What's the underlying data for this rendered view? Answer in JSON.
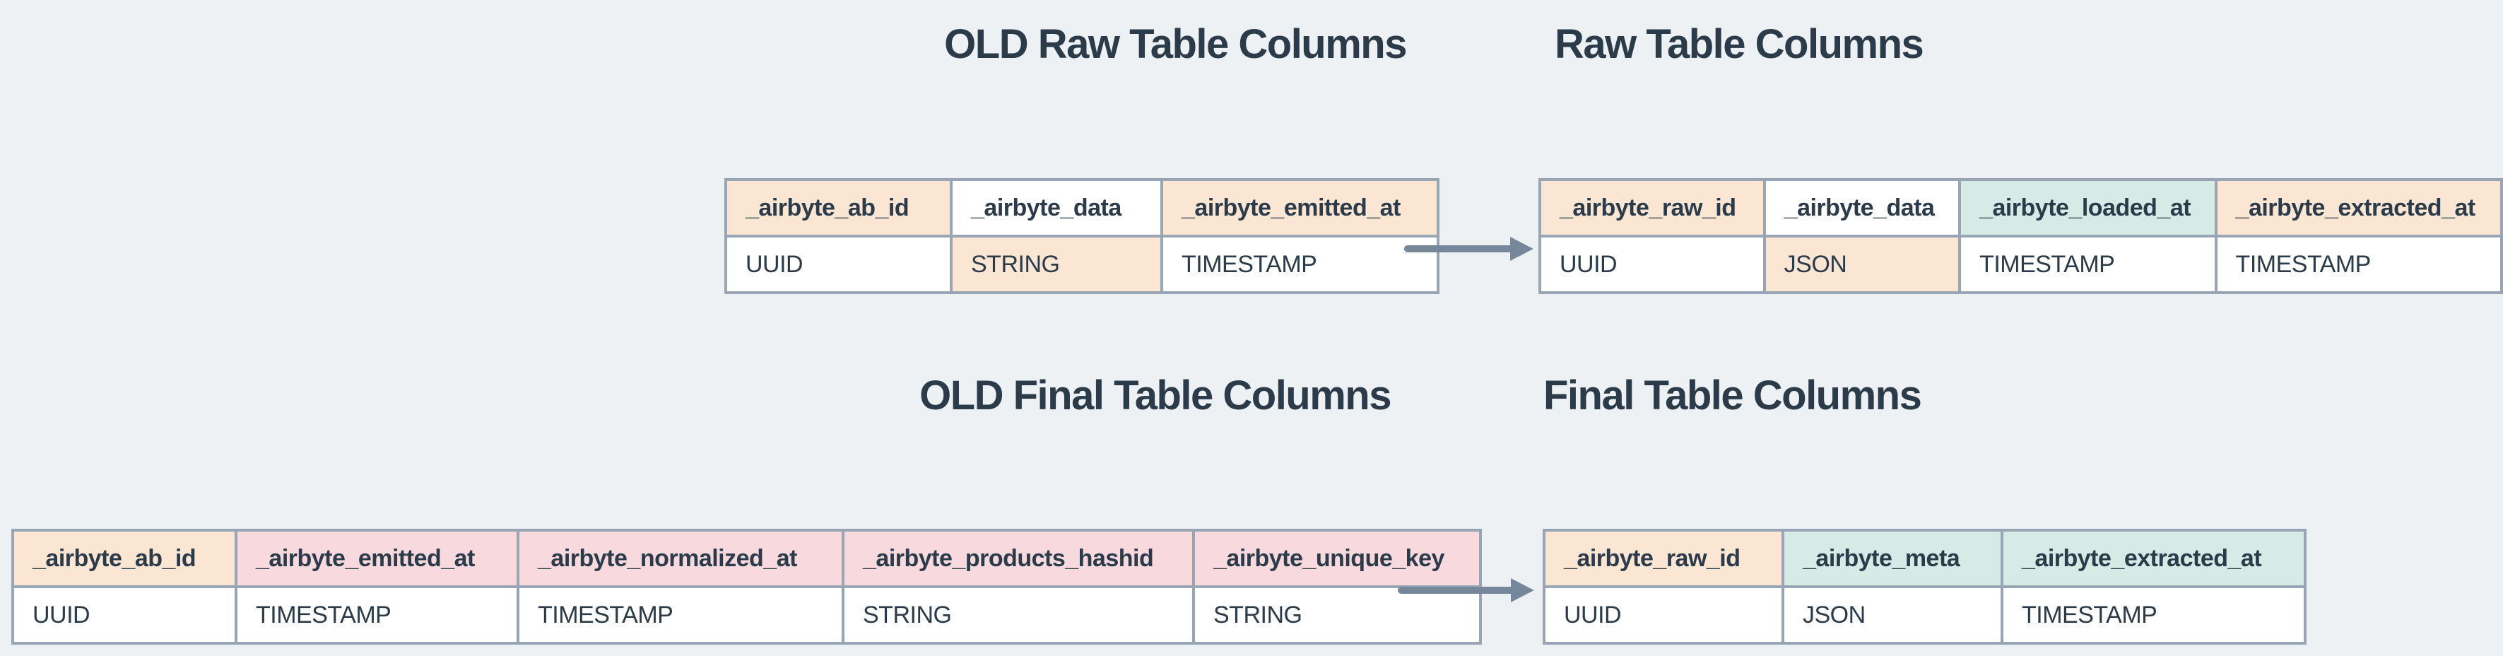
{
  "colors": {
    "background": "#EDF1F4",
    "border": "#97A5B4",
    "text": "#2C3B4A",
    "arrow": "#76869B",
    "peach_changed": "#FBE5D3",
    "teal_new": "#D6EAE6",
    "pink_removed": "#F8D9DD",
    "white_unchanged": "#FFFFFF"
  },
  "tables": {
    "old_raw": {
      "title": "OLD Raw Table Columns",
      "columns": [
        {
          "name": "_airbyte_ab_id",
          "type": "UUID",
          "name_bg": "#FBE5D3",
          "type_bg": "#FFFFFF"
        },
        {
          "name": "_airbyte_data",
          "type": "STRING",
          "name_bg": "#FFFFFF",
          "type_bg": "#FBE5D3"
        },
        {
          "name": "_airbyte_emitted_at",
          "type": "TIMESTAMP",
          "name_bg": "#FBE5D3",
          "type_bg": "#FFFFFF"
        }
      ]
    },
    "raw": {
      "title": "Raw Table Columns",
      "columns": [
        {
          "name": "_airbyte_raw_id",
          "type": "UUID",
          "name_bg": "#FBE5D3",
          "type_bg": "#FFFFFF"
        },
        {
          "name": "_airbyte_data",
          "type": "JSON",
          "name_bg": "#FFFFFF",
          "type_bg": "#FBE5D3"
        },
        {
          "name": "_airbyte_loaded_at",
          "type": "TIMESTAMP",
          "name_bg": "#D6EAE6",
          "type_bg": "#FFFFFF"
        },
        {
          "name": "_airbyte_extracted_at",
          "type": "TIMESTAMP",
          "name_bg": "#FBE5D3",
          "type_bg": "#FFFFFF"
        }
      ]
    },
    "old_final": {
      "title": "OLD Final Table Columns",
      "columns": [
        {
          "name": "_airbyte_ab_id",
          "type": "UUID",
          "name_bg": "#FBE5D3",
          "type_bg": "#FFFFFF"
        },
        {
          "name": "_airbyte_emitted_at",
          "type": "TIMESTAMP",
          "name_bg": "#F8D9DD",
          "type_bg": "#FFFFFF"
        },
        {
          "name": "_airbyte_normalized_at",
          "type": "TIMESTAMP",
          "name_bg": "#F8D9DD",
          "type_bg": "#FFFFFF"
        },
        {
          "name": "_airbyte_products_hashid",
          "type": "STRING",
          "name_bg": "#F8D9DD",
          "type_bg": "#FFFFFF"
        },
        {
          "name": "_airbyte_unique_key",
          "type": "STRING",
          "name_bg": "#F8D9DD",
          "type_bg": "#FFFFFF"
        }
      ]
    },
    "final": {
      "title": "Final Table Columns",
      "columns": [
        {
          "name": "_airbyte_raw_id",
          "type": "UUID",
          "name_bg": "#FBE5D3",
          "type_bg": "#FFFFFF"
        },
        {
          "name": "_airbyte_meta",
          "type": "JSON",
          "name_bg": "#D6EAE6",
          "type_bg": "#FFFFFF"
        },
        {
          "name": "_airbyte_extracted_at",
          "type": "TIMESTAMP",
          "name_bg": "#D6EAE6",
          "type_bg": "#FFFFFF"
        }
      ]
    }
  }
}
